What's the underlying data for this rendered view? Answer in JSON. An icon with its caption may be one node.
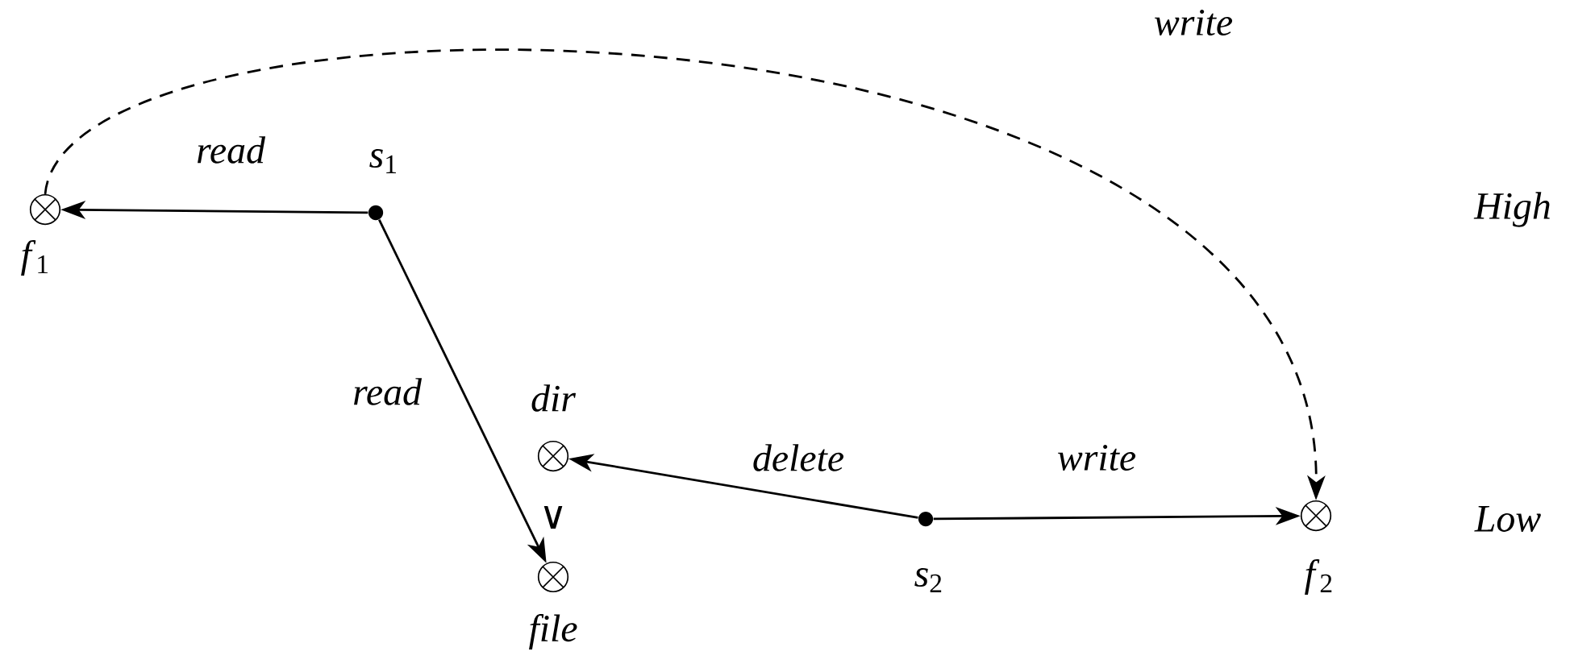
{
  "diagram": {
    "nodes": [
      {
        "text": [],
        "shape": "circle",
        "beside": [
          "*f*$_{1}$"
        ]
      },
      {
        "text": [],
        "shape": "dot",
        "beside": [
          "*s*$_{1}$"
        ]
      },
      {
        "text": [],
        "shape": "circle",
        "beside": [
          "dir"
        ]
      },
      {
        "text": [],
        "shape": "circle",
        "beside": [
          "file"
        ]
      },
      {
        "text": [],
        "shape": "dot",
        "beside": [
          "*s*$_{2}$"
        ]
      },
      {
        "text": [],
        "shape": "circle",
        "beside": [
          "*f*$_{2}$"
        ]
      }
    ],
    "edges": [
      {
        "from": 1,
        "to": 0,
        "arrow": "to",
        "label": "read"
      },
      {
        "from": 1,
        "to": 3,
        "arrow": "to",
        "label": "read"
      },
      {
        "from": 4,
        "to": 2,
        "arrow": "to",
        "label": "delete"
      },
      {
        "from": 4,
        "to": 5,
        "arrow": "to",
        "label": "write"
      },
      {
        "from": 0,
        "to": 5,
        "arrow": "to",
        "label": "write",
        "style": "dashed"
      }
    ],
    "labels": [
      "High",
      "∨",
      "Low"
    ]
  }
}
